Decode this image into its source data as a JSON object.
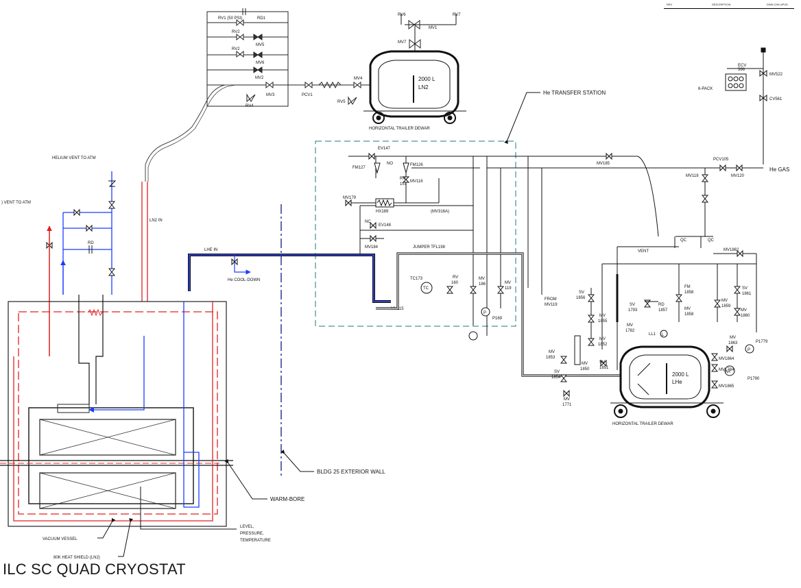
{
  "title": "ILC SC QUAD CRYOSTAT",
  "revision_block": {
    "rev": "REV",
    "description": "DESCRIPTION",
    "cols": "DWN CHK APVD"
  },
  "labels": {
    "rv1": "RV1 (50 PSI)",
    "rd1": "RD1",
    "rv2a": "RV2",
    "rv2b": "RV2",
    "mv5": "MV5",
    "mv6": "MV6",
    "mv2": "MV2",
    "mv3": "MV3",
    "rv4": "RV4",
    "pcv1": "PCV1",
    "mv4": "MV4",
    "rv5": "RV5",
    "rv6": "RV6",
    "mv1": "MV1",
    "rv7": "RV7",
    "mv7": "MV7",
    "ln2_dewar_vol": "2000 L",
    "ln2_dewar_fluid": "LN2",
    "ln2_dewar_caption": "HORIZONTAL TRAILER DEWAR",
    "he_transfer_station": "He TRANSFER STATION",
    "ecv": "ECV",
    "ecv_num": "566",
    "six_pack": "6-PACK",
    "mv522": "MV522",
    "cv561": "CV561",
    "helium_vent": "HELIUM VENT TO ATM",
    "vent_atm": ") VENT TO ATM",
    "rd_left": "RD",
    "ln2_in": "LN2 IN",
    "lhe_in": "LHE IN",
    "he_cooldown": "He COOL-DOWN",
    "ev147": "EV147",
    "no": "NO",
    "fm127": "FM127",
    "fm126": "FM126",
    "rv157a": "RV",
    "rv157b": "157",
    "mv116": "MV116",
    "mv179": "MV179",
    "hx189": "HX189",
    "mv316a": "(MV316A)",
    "nc": "NC",
    "ev148": "EV148",
    "mv184": "MV184",
    "jumper": "JUMPER TFL198",
    "tc173": "TC173",
    "tc": "TC",
    "rv160a": "RV",
    "rv160b": "160",
    "mv186a": "MV",
    "mv186b": "186",
    "mv119a": "MV",
    "mv119b": "119",
    "mv115": "MV115",
    "p169": "P169",
    "p": "P",
    "pp": "P",
    "mv185": "MV185",
    "pcv105": "PCV105",
    "mv118": "MV118",
    "mv120": "MV120",
    "he_gas": "He GAS",
    "from_mv119a": "FROM",
    "from_mv119b": "MV119",
    "vent": "VENT",
    "qc1": "QC",
    "qc2": "QC",
    "mv1862": "MV1862",
    "sv1856a": "SV",
    "sv1856b": "1856",
    "mv1855a": "MV",
    "mv1855b": "1855",
    "sv1793a": "SV",
    "sv1793b": "1793",
    "rd1857a": "RD",
    "rd1857b": "1857",
    "fm1858a": "FM",
    "fm1858b": "1858",
    "mv1858a": "MV",
    "mv1858b": "1858",
    "mv1859a": "MV",
    "mv1859b": "1859",
    "sv1861a": "SV",
    "sv1861b": "1861",
    "mv1860a": "MV",
    "mv1860b": "1860",
    "mv1852a": "MV",
    "mv1852b": "1852",
    "mv1782a": "MV",
    "mv1782b": "1782",
    "ll1": "LL1",
    "l": "L",
    "mv1853a": "MV",
    "mv1853b": "1853",
    "mv1863a": "MV",
    "mv1863b": "1863",
    "p1779": "P1779",
    "mv1850a": "MV",
    "mv1850b": "1850",
    "sv1851a": "SV",
    "sv1851b": "1851",
    "sv1854a": "SV",
    "sv1854b": "1854",
    "mv1864": "MV1864",
    "mv1784": "MV1784",
    "ar": "AR",
    "p1790": "P1790",
    "mv1865": "MV1865",
    "mv1771a": "MV",
    "mv1771b": "1771",
    "lhe_dewar_vol": "2000 L",
    "lhe_dewar_fluid": "LHe",
    "lhe_dewar_caption": "HORIZONTAL TRAILER DEWAR",
    "bldg_wall": "BLDG 25 EXTERIOR WALL",
    "warm_bore": "WARM-BORE",
    "level1": "LEVEL,",
    "level2": "PRESSURE,",
    "level3": "TEMPERATURE",
    "vacuum_vessel": "VACUUM VESSEL",
    "heat_shield": "80K HEAT SHIELD (LN2)"
  }
}
